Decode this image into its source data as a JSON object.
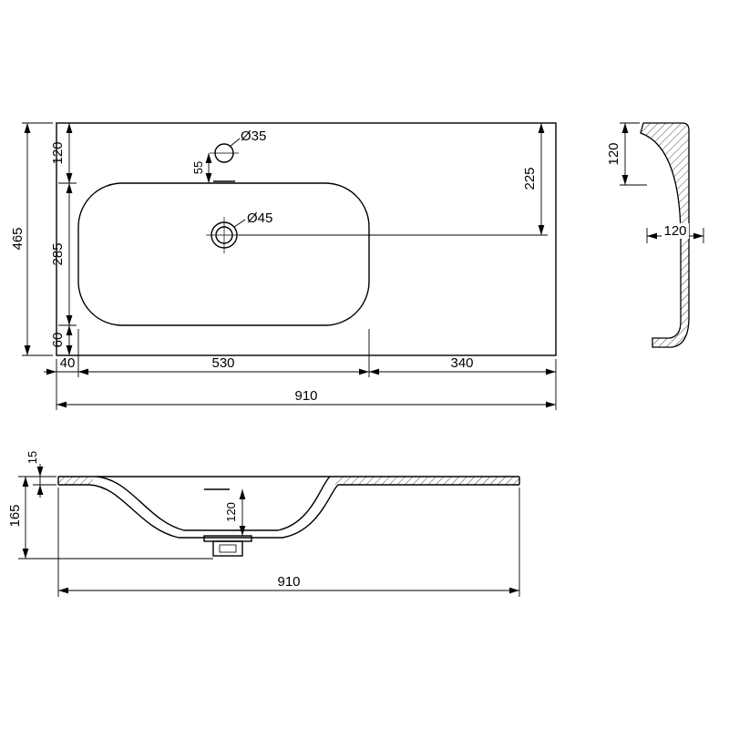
{
  "plan": {
    "overall_width": "910",
    "overall_depth": "465",
    "left_margin": "40",
    "basin_width": "530",
    "right_margin": "340",
    "back_strip": "120",
    "basin_depth": "285",
    "front_strip": "60",
    "faucet_offset": "55",
    "faucet_hole": "Ø35",
    "drain_hole": "Ø45",
    "drain_offset": "225"
  },
  "side": {
    "rim_height": "120",
    "ledge_depth": "120"
  },
  "front": {
    "top_thickness": "15",
    "total_height": "165",
    "bowl_depth": "120",
    "overall_width": "910"
  }
}
